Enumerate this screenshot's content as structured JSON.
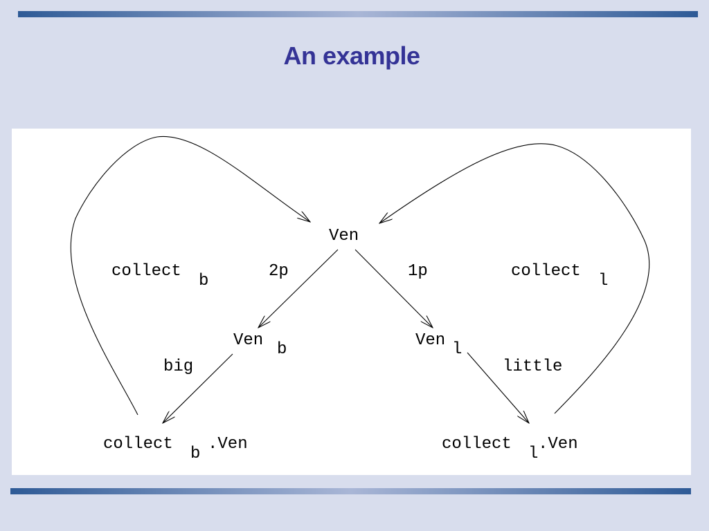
{
  "slide": {
    "title": "An example"
  },
  "diagram": {
    "nodes": {
      "root": {
        "label": "Ven"
      },
      "ven_b": {
        "label": "Ven",
        "sub": "b"
      },
      "ven_l": {
        "label": "Ven",
        "sub": "l"
      },
      "collect_b_ven": {
        "label": "collect",
        "sub": "b",
        "suffix": ".Ven"
      },
      "collect_l_ven": {
        "label": "collect",
        "sub": "l",
        "suffix": ".Ven"
      }
    },
    "edge_labels": {
      "two_p": "2p",
      "one_p": "1p",
      "big": "big",
      "little": "little",
      "collect_b": {
        "label": "collect",
        "sub": "b"
      },
      "collect_l": {
        "label": "collect",
        "sub": "l"
      }
    }
  }
}
